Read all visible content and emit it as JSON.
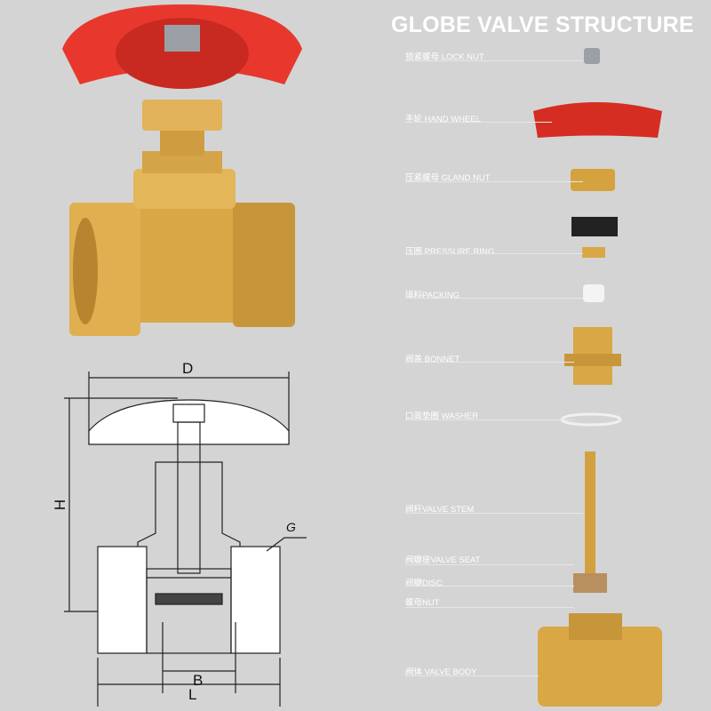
{
  "title": "GLOBE VALVE STRUCTURE",
  "parts": [
    {
      "zh": "锁紧螺母",
      "en": "LOCK NUT"
    },
    {
      "zh": "手轮",
      "en": "HAND WHEEL"
    },
    {
      "zh": "压紧螺母",
      "en": "GLAND NUT"
    },
    {
      "zh": "压圈",
      "en": "PRESSURE RING"
    },
    {
      "zh": "填料",
      "en": "PACKING"
    },
    {
      "zh": "阀盖",
      "en": "BONNET"
    },
    {
      "zh": "口面垫圈",
      "en": "WASHER"
    },
    {
      "zh": "阀杆",
      "en": "VALVE STEM"
    },
    {
      "zh": "阀瓣座",
      "en": "VALVE SEAT"
    },
    {
      "zh": "阀瓣",
      "en": "DISC"
    },
    {
      "zh": "螺母",
      "en": "NUT"
    },
    {
      "zh": "阀体",
      "en": "VALVE BODY"
    }
  ],
  "dimensions": {
    "d": "D",
    "h": "H",
    "g": "G",
    "b": "B",
    "l": "L"
  },
  "colors": {
    "background": "#d4d4d4",
    "brass": "#d9a845",
    "handwheel": "#e8382e"
  }
}
